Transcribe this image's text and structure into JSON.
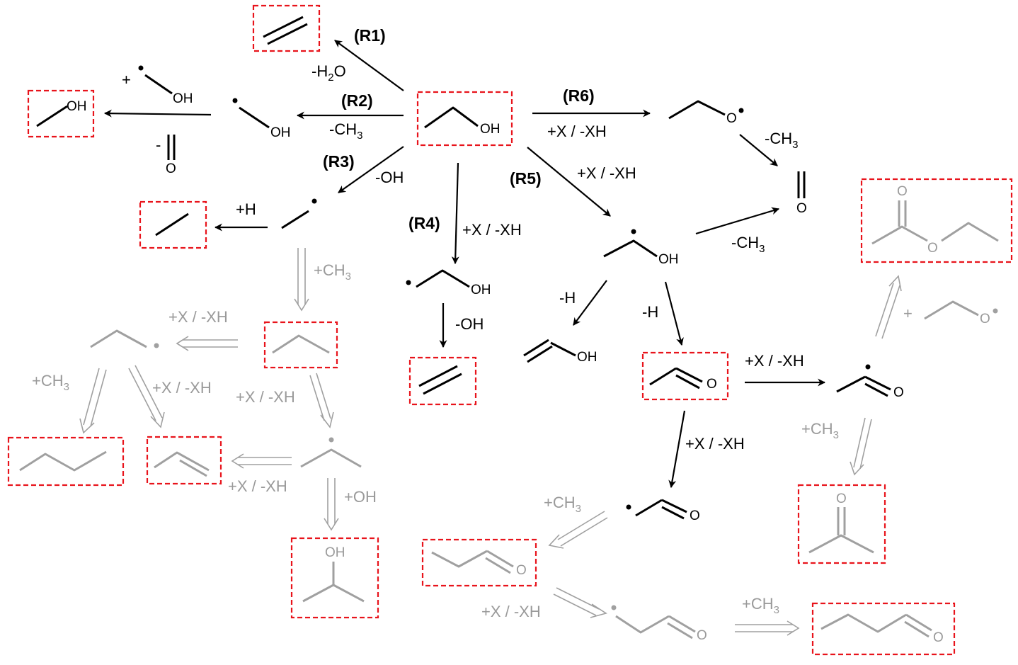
{
  "reactions": {
    "r1": "(R1)",
    "r2": "(R2)",
    "r3": "(R3)",
    "r4": "(R4)",
    "r5": "(R5)",
    "r6": "(R6)"
  },
  "labels": {
    "minus_h2o_main": "-H",
    "minus_h2o_sub": "2",
    "minus_h2o_end": "O",
    "minus_ch3_main": "-CH",
    "ch3_sub": "3",
    "plus_ch3_main": "+CH",
    "plus_h": "+H",
    "minus_h": "-H",
    "minus_oh": "-OH",
    "plus_oh": "+OH",
    "plus_sign": "+",
    "minus_sign": "-",
    "plus_x_minus_xh": "+X / -XH"
  },
  "atoms": {
    "oh": "OH",
    "o": "O"
  },
  "colors": {
    "primary_path": "#000000",
    "secondary_path": "#9a9a9a",
    "product_box": "#e8141c"
  }
}
